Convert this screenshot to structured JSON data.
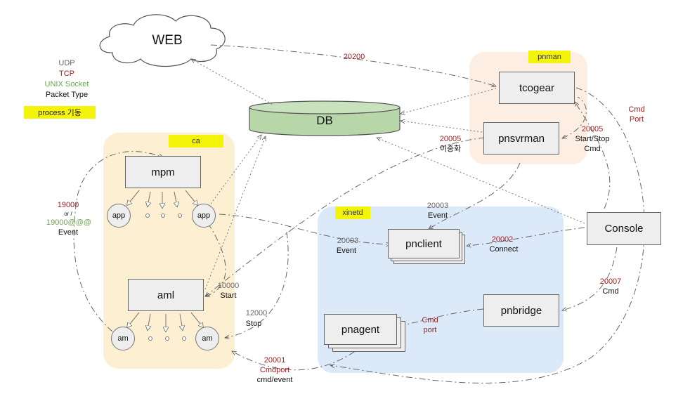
{
  "legend": {
    "udp": "UDP",
    "tcp": "TCP",
    "unix": "UNIX Socket",
    "packet": "Packet Type",
    "process": "process 기동"
  },
  "colors": {
    "tcp": "#9b1c1c",
    "unix": "#6aa84f",
    "udp": "#666666",
    "highlight": "#f4f40a",
    "ca_region": "#fdf0d2",
    "pnman_region": "#fdeee4",
    "xinetd_region": "#dce9f8",
    "db_fill": "#b7d7a8"
  },
  "regions": {
    "ca": "ca",
    "pnman": "pnman",
    "xinetd": "xinetd"
  },
  "nodes": {
    "web": "WEB",
    "db": "DB",
    "mpm": "mpm",
    "aml": "aml",
    "app": "app",
    "am": "am",
    "tcogear": "tcogear",
    "pnsvrman": "pnsvrman",
    "console": "Console",
    "pnclient": "pnclient",
    "pnbridge": "pnbridge",
    "pnagent": "pnagent"
  },
  "edge_labels": {
    "web_tcogear": "20200",
    "cmd_port_1": "Cmd",
    "cmd_port_2": "Port",
    "p20005_left": "20005",
    "dual": "이중화",
    "p20005_right": "20005",
    "start_stop": "Start/Stop",
    "cmd": "Cmd",
    "p19000": "19000",
    "or": "or /",
    "p19000_unix": "19000@@@",
    "event": "Event",
    "p20003_top": "20003",
    "event_top": "Event",
    "p20003_left": "20003",
    "event_left": "Event",
    "p20002": "20002",
    "connect": "Connect",
    "p10000": "10000",
    "start": "Start",
    "p12000": "12000",
    "stop": "Stop",
    "p20007": "20007",
    "cmd_20007": "Cmd",
    "cmdport_1": "Cmd",
    "cmdport_2": "port",
    "p20001": "20001",
    "cmdport": "Cmdport",
    "cmd_event": "cmd/event"
  }
}
